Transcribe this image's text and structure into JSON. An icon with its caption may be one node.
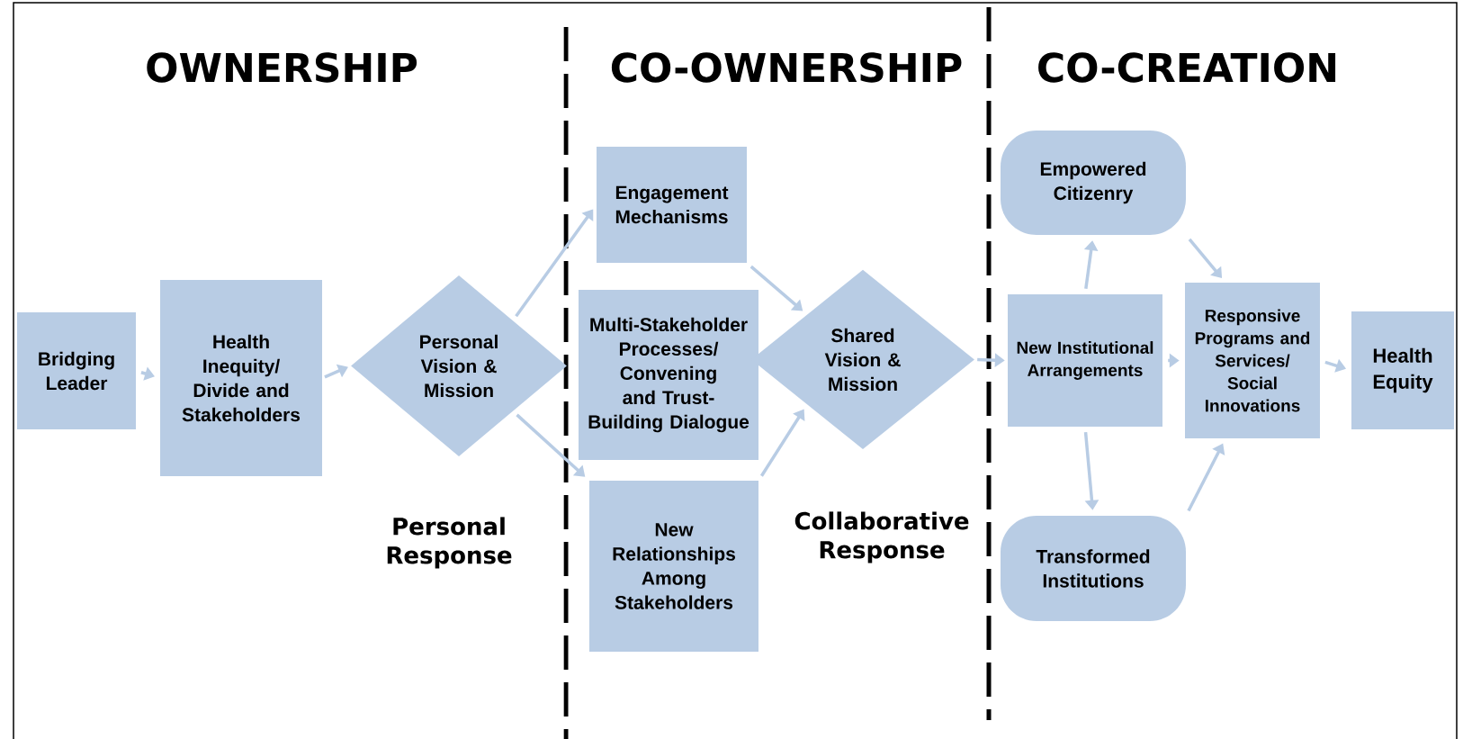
{
  "diagram": {
    "nodes": [
      {
        "text": [
          "Bridging Leader"
        ]
      },
      {
        "text": [
          "Health Inequity/ Divide and Stakeholders"
        ]
      },
      {
        "text": [
          "Personal Vision & Mission"
        ]
      },
      {
        "text": [
          "Engagement Mechanisms"
        ]
      },
      {
        "text": [
          "Multi-Stakeholder Processes/ Convening and Trust-Building Dialogue"
        ]
      },
      {
        "text": [
          "New Relationships Among Stakeholders"
        ]
      },
      {
        "text": [
          "Shared Vision & Mission"
        ]
      },
      {
        "text": [
          "Empowered Citizenry"
        ]
      },
      {
        "text": [
          "New Institutional Arrangements"
        ]
      },
      {
        "text": [
          "Responsive Programs and Services/ Social Innovations"
        ]
      },
      {
        "text": [
          "Transformed Institutions"
        ]
      },
      {
        "text": [
          "Health Equity"
        ]
      }
    ],
    "edges": [
      {
        "from": 0,
        "to": 1,
        "arrow": "to"
      },
      {
        "from": 1,
        "to": 2,
        "arrow": "to"
      },
      {
        "from": 2,
        "to": 3,
        "arrow": "to"
      },
      {
        "from": 2,
        "to": 5,
        "arrow": "to"
      },
      {
        "from": 3,
        "to": 6,
        "arrow": "to"
      },
      {
        "from": 5,
        "to": 6,
        "arrow": "to"
      },
      {
        "from": 6,
        "to": 8,
        "arrow": "to"
      },
      {
        "from": 8,
        "to": 7,
        "arrow": "to"
      },
      {
        "from": 8,
        "to": 10,
        "arrow": "to"
      },
      {
        "from": 7,
        "to": 9,
        "arrow": "to"
      },
      {
        "from": 10,
        "to": 9,
        "arrow": "to"
      },
      {
        "from": 8,
        "to": 9,
        "arrow": "to"
      },
      {
        "from": 9,
        "to": 11,
        "arrow": "to"
      }
    ],
    "labels": [
      "OWNERSHIP",
      "CO-OWNERSHIP",
      "CO-CREATION",
      "Personal Response",
      "Collaborative Response"
    ]
  }
}
